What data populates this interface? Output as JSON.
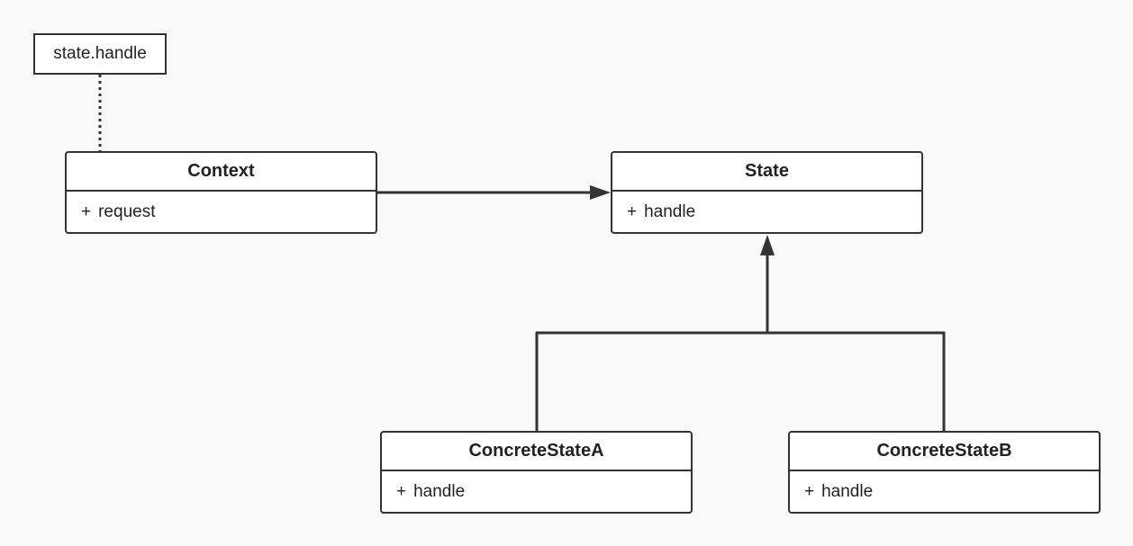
{
  "note": {
    "text": "state.handle"
  },
  "classes": {
    "context": {
      "name": "Context",
      "member_visibility": "+",
      "member": "request"
    },
    "state": {
      "name": "State",
      "member_visibility": "+",
      "member": "handle"
    },
    "concrete_a": {
      "name": "ConcreteStateA",
      "member_visibility": "+",
      "member": "handle"
    },
    "concrete_b": {
      "name": "ConcreteStateB",
      "member_visibility": "+",
      "member": "handle"
    }
  },
  "colors": {
    "line": "#333333",
    "background": "#f9f9f9",
    "box_fill": "#ffffff"
  }
}
